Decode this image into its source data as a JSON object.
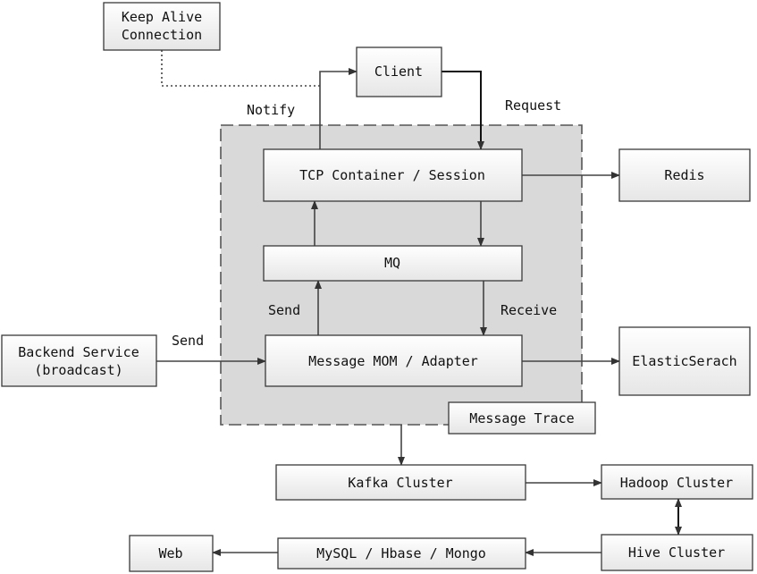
{
  "nodes": {
    "keep_alive": [
      "Keep Alive",
      "Connection"
    ],
    "client": "Client",
    "tcp": "TCP Container / Session",
    "mq": "MQ",
    "mom": "Message MOM / Adapter",
    "redis": "Redis",
    "elastic": "ElasticSerach",
    "backend": [
      "Backend Service",
      "(broadcast)"
    ],
    "trace": "Message Trace",
    "kafka": "Kafka Cluster",
    "hadoop": "Hadoop Cluster",
    "hive": "Hive Cluster",
    "mysql": "MySQL / Hbase / Mongo",
    "web": "Web"
  },
  "labels": {
    "notify": "Notify",
    "request": "Request",
    "send_inner": "Send",
    "receive": "Receive",
    "send_backend": "Send"
  }
}
